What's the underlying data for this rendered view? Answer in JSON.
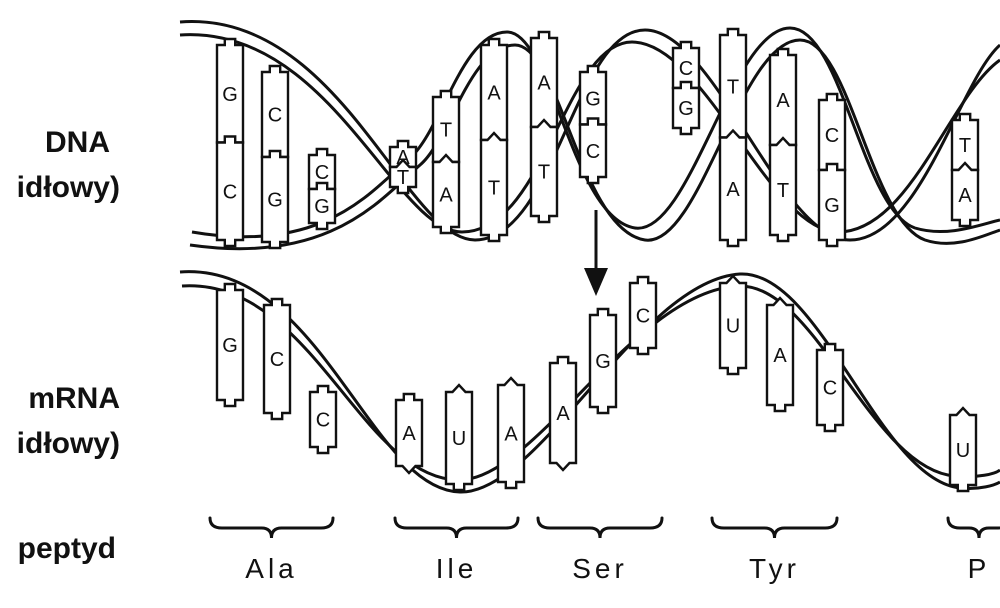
{
  "labels": {
    "dna_line1": "DNA",
    "dna_line2": "idłowy)",
    "mrna_line1": "mRNA",
    "mrna_line2": "idłowy)",
    "peptide": "peptyd"
  },
  "dna_pairs": [
    {
      "top": "G",
      "bottom": "C"
    },
    {
      "top": "C",
      "bottom": "G"
    },
    {
      "top": "C",
      "bottom": "G"
    },
    {
      "top": "A",
      "bottom": "T"
    },
    {
      "top": "T",
      "bottom": "A"
    },
    {
      "top": "A",
      "bottom": "T"
    },
    {
      "top": "A",
      "bottom": "T"
    },
    {
      "top": "G",
      "bottom": "C"
    },
    {
      "top": "C",
      "bottom": "G"
    },
    {
      "top": "T",
      "bottom": "A"
    },
    {
      "top": "A",
      "bottom": "T"
    },
    {
      "top": "C",
      "bottom": "G"
    },
    {
      "top": "T",
      "bottom": "A"
    }
  ],
  "mrna_bases": [
    "G",
    "C",
    "C",
    "A",
    "U",
    "A",
    "A",
    "G",
    "C",
    "U",
    "A",
    "C",
    "U"
  ],
  "amino_acids": [
    "Ala",
    "Ile",
    "Ser",
    "Tyr",
    "P"
  ]
}
